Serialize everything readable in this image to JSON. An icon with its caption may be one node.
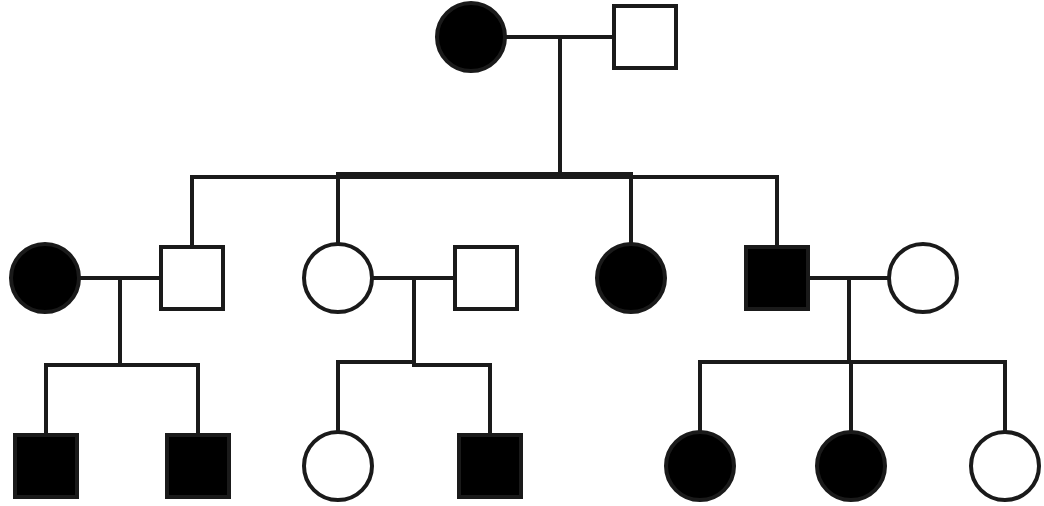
{
  "diagram": {
    "nodes": [
      {
        "text": [],
        "shape": "disc"
      },
      {
        "text": [],
        "shape": "box"
      },
      {
        "text": [],
        "shape": "disc"
      },
      {
        "text": [],
        "shape": "box"
      },
      {
        "text": [],
        "shape": "circle"
      },
      {
        "text": [],
        "shape": "box"
      },
      {
        "text": [],
        "shape": "disc"
      },
      {
        "text": [],
        "shape": "block"
      },
      {
        "text": [],
        "shape": "circle"
      },
      {
        "text": [],
        "shape": "block"
      },
      {
        "text": [],
        "shape": "block"
      },
      {
        "text": [],
        "shape": "circle"
      },
      {
        "text": [],
        "shape": "block"
      },
      {
        "text": [],
        "shape": "disc"
      },
      {
        "text": [],
        "shape": "disc"
      },
      {
        "text": [],
        "shape": "circle"
      }
    ],
    "edges": [
      {
        "from": 0,
        "to": 1,
        "arrow": "none"
      },
      {
        "from": 0,
        "to": 3,
        "arrow": "none"
      },
      {
        "from": 0,
        "to": 4,
        "arrow": "none"
      },
      {
        "from": 0,
        "to": 6,
        "arrow": "none"
      },
      {
        "from": 0,
        "to": 7,
        "arrow": "none"
      },
      {
        "from": 2,
        "to": 3,
        "arrow": "none"
      },
      {
        "from": 4,
        "to": 5,
        "arrow": "none"
      },
      {
        "from": 7,
        "to": 8,
        "arrow": "none"
      },
      {
        "from": 2,
        "to": 9,
        "arrow": "none"
      },
      {
        "from": 2,
        "to": 10,
        "arrow": "none"
      },
      {
        "from": 4,
        "to": 11,
        "arrow": "none"
      },
      {
        "from": 4,
        "to": 12,
        "arrow": "none"
      },
      {
        "from": 7,
        "to": 13,
        "arrow": "none"
      },
      {
        "from": 7,
        "to": 14,
        "arrow": "none"
      },
      {
        "from": 7,
        "to": 15,
        "arrow": "none"
      }
    ]
  }
}
